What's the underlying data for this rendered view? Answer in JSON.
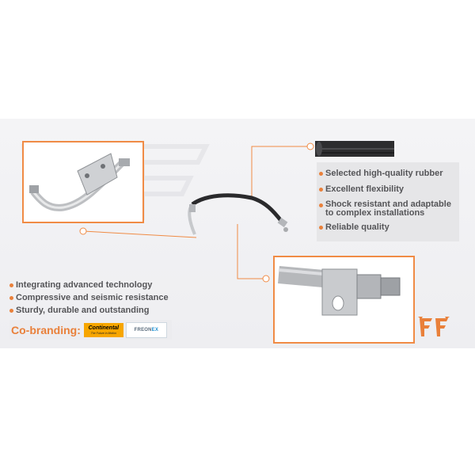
{
  "features": [
    {
      "text": "Selected high-quality rubber"
    },
    {
      "text": "Excellent flexibility"
    },
    {
      "text": "Shock resistant and adaptable to complex installations"
    },
    {
      "text": "Reliable quality"
    }
  ],
  "bullets": [
    {
      "text": "Integrating advanced technology"
    },
    {
      "text": "Compressive and seismic resistance"
    },
    {
      "text": "Sturdy, durable and outstanding"
    }
  ],
  "cobranding": {
    "label": "Co-branding:",
    "continental": {
      "name": "Continental",
      "tagline": "The Future in Motion"
    },
    "freonex": {
      "prefix": "FREON",
      "suffix": "EX"
    }
  },
  "colors": {
    "accent": "#e9803a",
    "text": "#555558",
    "band": "#f1f1f4"
  },
  "icons": [
    "brand-ff-logo-icon",
    "bullet-dot-icon",
    "callout-circle-icon"
  ]
}
